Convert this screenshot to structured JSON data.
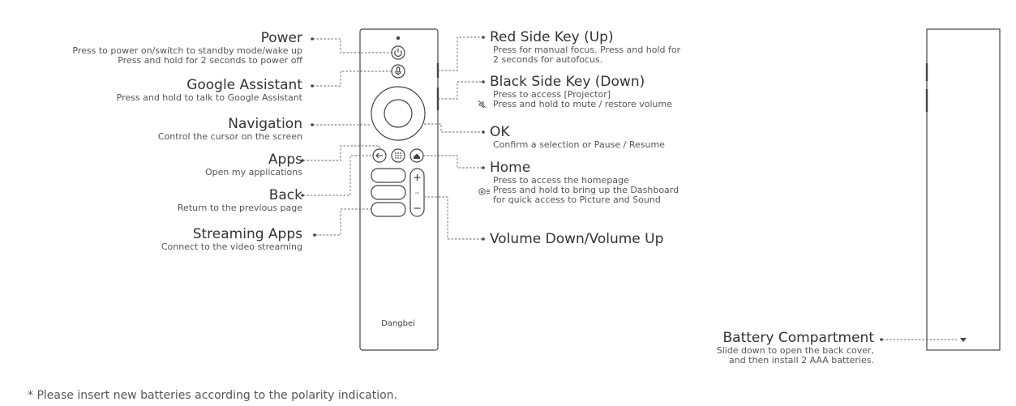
{
  "left_callouts": [
    {
      "title": "Power",
      "lines": [
        "Press to power on/switch to standby mode/wake up",
        "Press and hold for 2 seconds to power off"
      ]
    },
    {
      "title": "Google Assistant",
      "lines": [
        "Press and hold to talk to Google Assistant"
      ]
    },
    {
      "title": "Navigation",
      "lines": [
        "Control the cursor on the screen"
      ]
    },
    {
      "title": "Apps",
      "lines": [
        "Open my applications"
      ]
    },
    {
      "title": "Back",
      "lines": [
        "Return to the previous page"
      ]
    },
    {
      "title": "Streaming Apps",
      "lines": [
        "Connect to the video streaming"
      ]
    }
  ],
  "right_callouts": [
    {
      "title": "Red Side Key (Up)",
      "lines": [
        "Press for manual focus. Press and hold for",
        "2 seconds for autofocus."
      ]
    },
    {
      "title": "Black Side Key (Down)",
      "lines": [
        "Press to access [Projector]",
        "Press and hold  to mute / restore volume"
      ]
    },
    {
      "title": "OK",
      "lines": [
        "Confirm a selection or Pause / Resume"
      ]
    },
    {
      "title": "Home",
      "lines": [
        "Press to access the homepage",
        "Press and hold to bring up the Dashboard",
        "for quick access to Picture and Sound"
      ]
    },
    {
      "title": "Volume Down/Volume Up",
      "lines": []
    }
  ],
  "battery": {
    "title": "Battery Compartment",
    "lines": [
      "Slide down to open the back cover,",
      "and then install 2 AAA batteries."
    ]
  },
  "brand": "Dangbei",
  "footnote": "* Please insert new batteries according to the polarity indication.",
  "icons": {
    "mute": "mute-icon",
    "dashboard": "dashboard-icon"
  }
}
